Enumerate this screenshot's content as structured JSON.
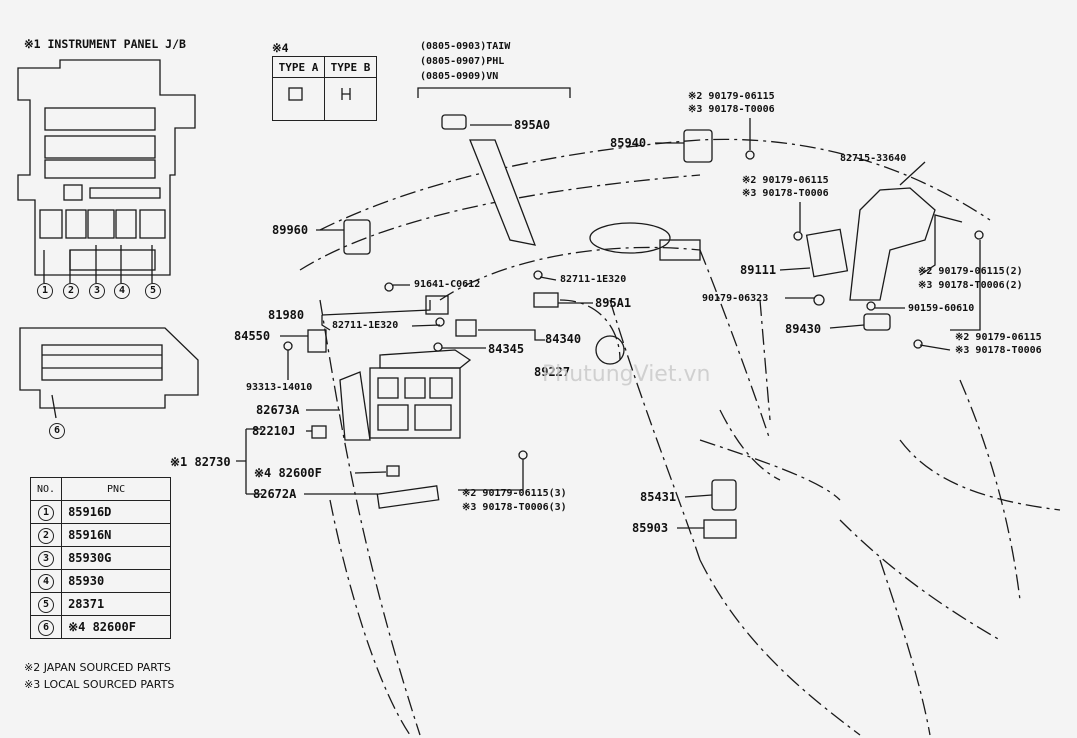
{
  "header": {
    "jb_title": "※1 INSTRUMENT PANEL J/B",
    "type_marker": "※4",
    "variants": [
      "(0805-0903)TAIW",
      "(0805-0907)PHL",
      "(0805-0909)VN"
    ]
  },
  "type_table": {
    "type_a": "TYPE A",
    "type_b": "TYPE B"
  },
  "legend_table": {
    "col_no": "NO.",
    "col_pnc": "PNC",
    "rows": [
      {
        "no": "1",
        "pnc": "85916D"
      },
      {
        "no": "2",
        "pnc": "85916N"
      },
      {
        "no": "3",
        "pnc": "85930G"
      },
      {
        "no": "4",
        "pnc": "85930"
      },
      {
        "no": "5",
        "pnc": "28371"
      },
      {
        "no": "6",
        "pnc": "※4 82600F"
      }
    ]
  },
  "footnotes": {
    "note2": "※2 JAPAN SOURCED PARTS",
    "note3": "※3 LOCAL SOURCED PARTS"
  },
  "jb_callouts": [
    "1",
    "2",
    "3",
    "4",
    "5",
    "6"
  ],
  "part_labels": {
    "p895a0": "895A0",
    "p85940": "85940",
    "p89960": "89960",
    "p91641": "91641-C0612",
    "p82711a": "82711-1E320",
    "p895a1": "895A1",
    "p81980": "81980",
    "p82711b": "82711-1E320",
    "p84550": "84550",
    "p84340": "84340",
    "p84345": "84345",
    "p89227": "89227",
    "p93313": "93313-14010",
    "p82673a": "82673A",
    "p82210j": "82210J",
    "p82730": "※1 82730",
    "p82600f": "※4 82600F",
    "p82672a": "82672A",
    "p9017906115_3": "※2 90179-06115(3)",
    "p90178t0006_3": "※3 90178-T0006(3)",
    "p85431": "85431",
    "p85903": "85903",
    "top_2": "※2 90179-06115",
    "top_3": "※3 90178-T0006",
    "p82715": "82715-33640",
    "mid_2": "※2 90179-06115",
    "mid_3": "※3 90178-T0006",
    "p89111": "89111",
    "r2_2": "※2 90179-06115(2)",
    "r3_2": "※3 90178-T0006(2)",
    "p90179_06323": "90179-06323",
    "p90159": "90159-60610",
    "p89430": "89430",
    "br_2": "※2 90179-06115",
    "br_3": "※3 90178-T0006"
  },
  "watermark": "PhutungViet.vn"
}
